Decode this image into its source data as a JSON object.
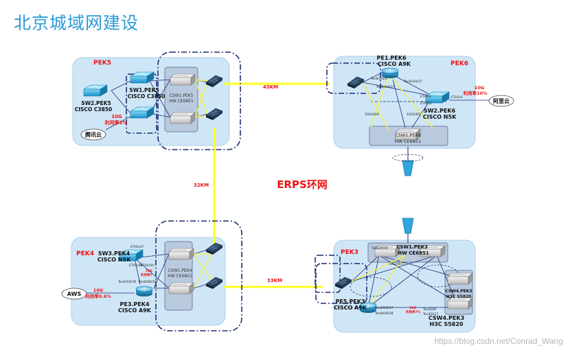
{
  "title": "北京城域网建设",
  "center_label": "ERPS环网",
  "watermark": "https://blog.csdn.net/Conrad_Wang",
  "colors": {
    "box_fill": "#cfe6f7",
    "box_stroke": "#a8cde8",
    "ring": "#ffff22",
    "dark_line": "#1a2a6e",
    "red": "#ee1111",
    "yellow_line": "#f2ef4a"
  },
  "sites": {
    "pek5": {
      "name": "PEK5",
      "sw2": [
        "SW2.PEK5",
        "CISCO C3850"
      ],
      "sw1": [
        "SW1.PEK5",
        "CISCO C3850"
      ],
      "csw": [
        "CSW1.PEK5",
        "HW CE6851"
      ],
      "uplink": [
        "10G",
        "利用率1%"
      ],
      "cloud": "腾讯云"
    },
    "pek6": {
      "name": "PEK6",
      "pe": [
        "PE1.PEK6",
        "CISCO A9K"
      ],
      "sw2": [
        "SW2.PEK6",
        "CISCO N5K"
      ],
      "csw": [
        "CSW1.PEK6",
        "HW CE6851"
      ],
      "uplink": [
        "10G",
        "利用率10%"
      ],
      "cloud": "阿里云",
      "ports": [
        "Ten0/1/0/0",
        "Ten0/0/0/17",
        "Ten0/1/0/17",
        "ETH1/1",
        "ETH1/3",
        "ETH1/4",
        "10G2/0/6",
        "10G2/0/5"
      ]
    },
    "pek4": {
      "name": "PEK4",
      "sw3": [
        "SW3.PEK4",
        "CISCO N5K"
      ],
      "csw": [
        "CSW1.PEK4",
        "HW CE6851"
      ],
      "pe": [
        "PE3.PEK4",
        "CISCO A9K"
      ],
      "uplink": [
        "10G",
        "利用率0.6%"
      ],
      "mid": [
        "10G",
        "利用率7"
      ],
      "cloud": "AWS",
      "ports": [
        "ETH1/47",
        "ETH1/48",
        "ETH1/44",
        "Ten0/1/0/16",
        "Ten0/0/0/16"
      ]
    },
    "pek3": {
      "name": "PEK3",
      "csw1": [
        "CSW1.PEK3",
        "HW CE6851"
      ],
      "csw4a": [
        "CSW4.PEK3",
        "H3C S5820"
      ],
      "csw4b": [
        "CSW4.PEK3",
        "H3C S5820"
      ],
      "pe": [
        "PE5.PEK3",
        "CISCO A9K"
      ],
      "mid": [
        "10G",
        "利用率7%"
      ],
      "ports": [
        "10G2/0/19",
        "10G2/0/17",
        "Ten0/0/0/17",
        "Ten0/0/0/18",
        "Ten2/0/0",
        "Ten2/0/17"
      ]
    }
  },
  "links": {
    "top": "45KM",
    "left": "32KM",
    "bottom": "33KM"
  }
}
